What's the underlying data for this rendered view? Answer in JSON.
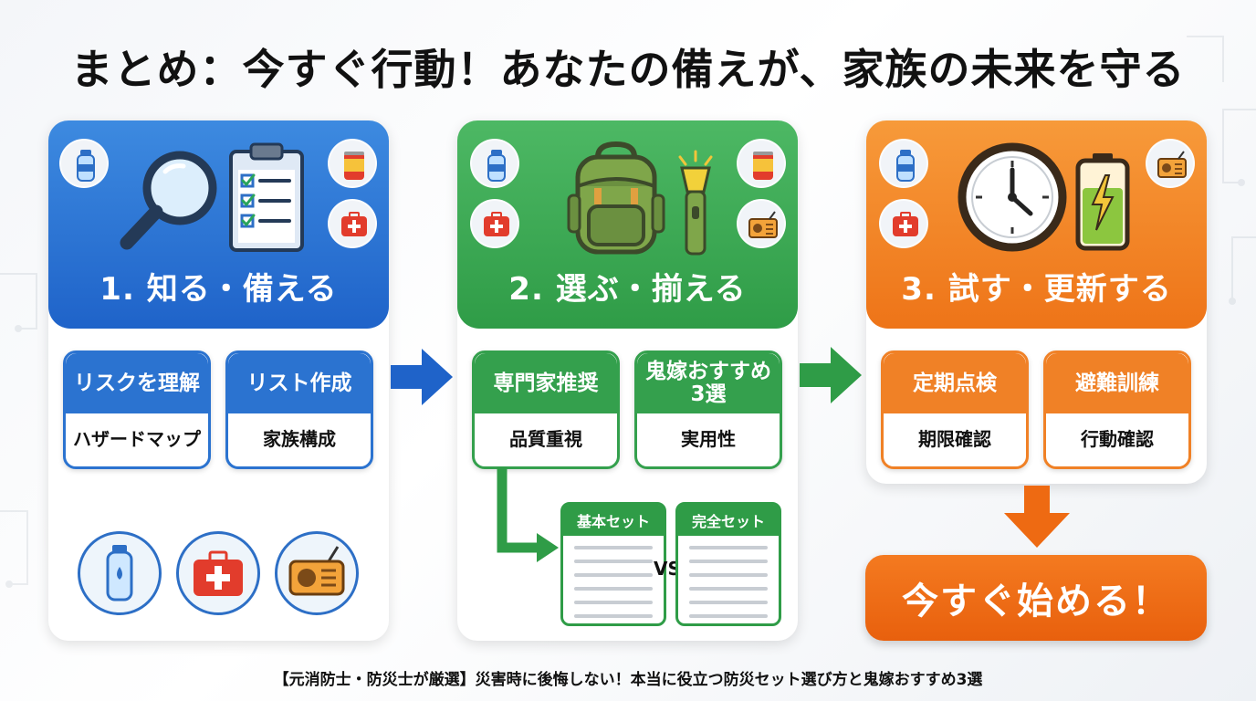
{
  "title": "まとめ：今すぐ行動！あなたの備えが、家族の未来を守る",
  "steps": [
    {
      "title": "1. 知る・備える",
      "boxes": [
        {
          "top": "リスクを理解",
          "bottom": "ハザードマップ"
        },
        {
          "top": "リスト作成",
          "bottom": "家族構成"
        }
      ]
    },
    {
      "title": "2. 選ぶ・揃える",
      "boxes": [
        {
          "top": "専門家推奨",
          "bottom": "品質重視"
        },
        {
          "top": "鬼嫁おすすめ3選",
          "bottom": "実用性"
        }
      ],
      "compare": {
        "left": "基本セット",
        "right": "完全セット",
        "vs": "VS"
      }
    },
    {
      "title": "3. 試す・更新する",
      "boxes": [
        {
          "top": "定期点検",
          "bottom": "期限確認"
        },
        {
          "top": "避難訓練",
          "bottom": "行動確認"
        }
      ]
    }
  ],
  "cta": "今すぐ始める！",
  "footer": "【元消防士・防災士が厳選】災害時に後悔しない！本当に役立つ防災セット選び方と鬼嫁おすすめ3選",
  "icons": [
    "water-bottle-icon",
    "canned-food-icon",
    "first-aid-kit-icon",
    "radio-icon",
    "magnifier-icon",
    "checklist-icon",
    "backpack-icon",
    "flashlight-icon",
    "clock-icon",
    "battery-icon"
  ],
  "colors": {
    "blue": "#1f63c9",
    "green": "#2f9c47",
    "orange": "#ee7418"
  }
}
